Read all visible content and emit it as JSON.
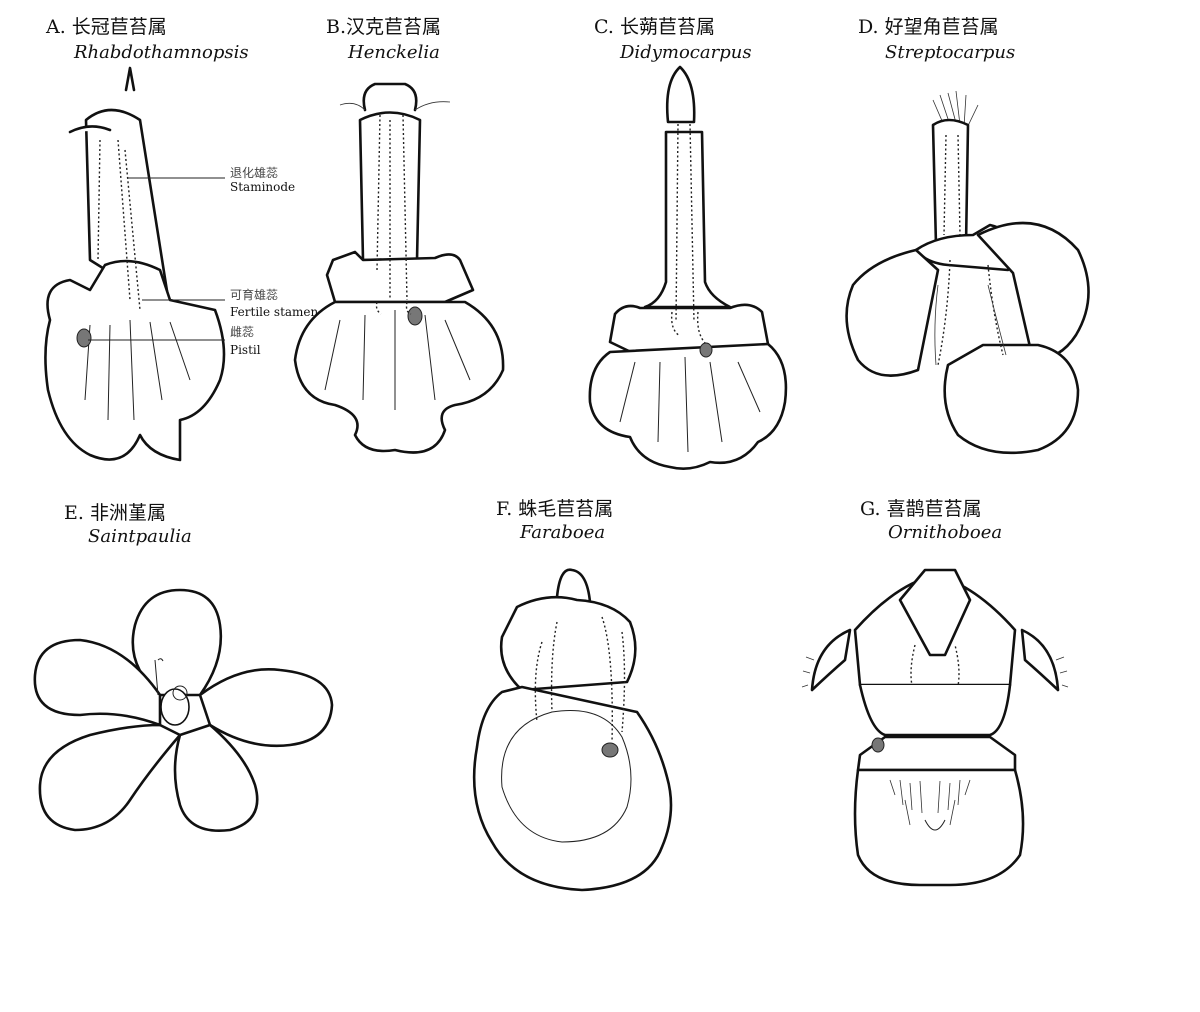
{
  "figure": {
    "panels": [
      {
        "letter_cn": "A. 长冠苣苔属",
        "latin": "Rhabdothamnopsis"
      },
      {
        "letter_cn": "B.汉克苣苔属",
        "latin": "Henckelia"
      },
      {
        "letter_cn": "C. 长蒴苣苔属",
        "latin": "Didymocarpus"
      },
      {
        "letter_cn": "D. 好望角苣苔属",
        "latin": "Streptocarpus"
      },
      {
        "letter_cn": "E. 非洲堇属",
        "latin": "Saintpaulia"
      },
      {
        "letter_cn": "F. 蛛毛苣苔属",
        "latin": "Faraboea"
      },
      {
        "letter_cn": "G. 喜鹊苣苔属",
        "latin": "Ornithoboea"
      }
    ],
    "annotations": {
      "staminode_cn": "退化雄蕊",
      "staminode_en": "Staminode",
      "fertile_cn": "可育雄蕊",
      "fertile_en": "Fertile stamen",
      "pistil_cn": "雌蕊",
      "pistil_en": "Pistil"
    }
  }
}
